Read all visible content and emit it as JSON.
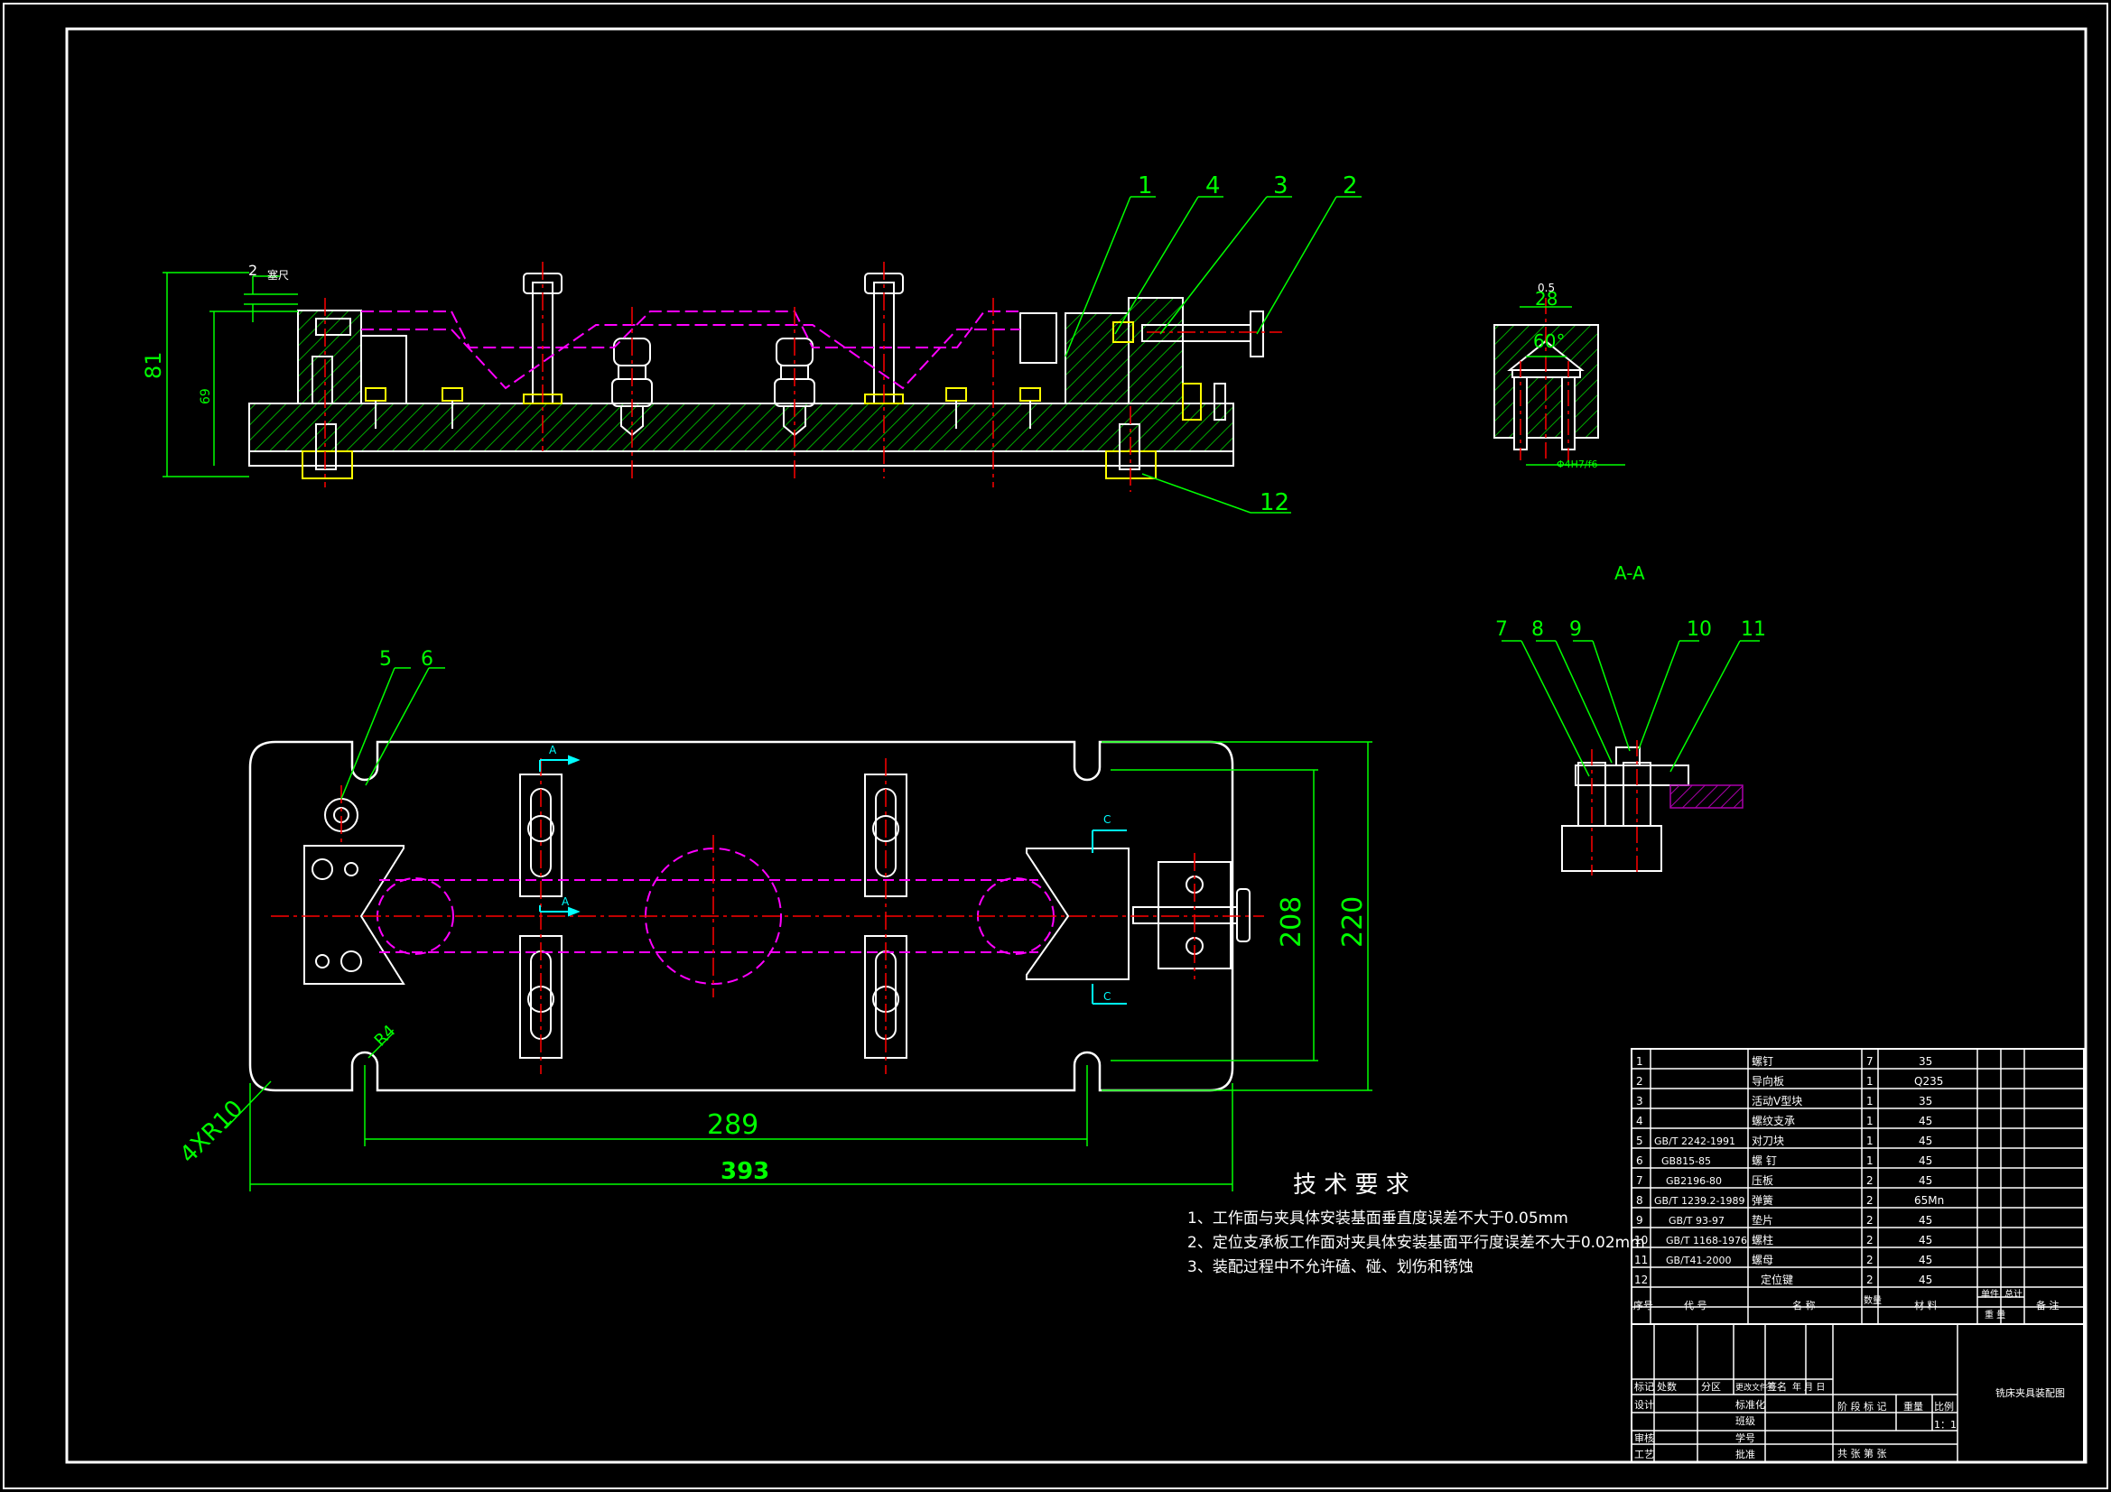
{
  "colors": {
    "background": "#000000",
    "outline": "#ffffff",
    "dimension": "#00ff00",
    "centerline": "#ff0000",
    "hidden_line": "#ff00ff",
    "hatch": "#00aa00",
    "leader": "#00ff00",
    "section_arrow": "#00ffff",
    "table_text": "#ffff00"
  },
  "front_view": {
    "dim_height_total": "81",
    "dim_height_inner": "69",
    "dim_small": "2",
    "dim_small_label": "塞尺"
  },
  "plan_view": {
    "dim_length_outer": "393",
    "dim_length_slots": "289",
    "dim_width_outer": "220",
    "dim_width_slots": "208",
    "corner_radius_label": "4XR10",
    "slot_radius_label": "R4",
    "section_marks": [
      "A",
      "A",
      "C",
      "C"
    ]
  },
  "detail_view": {
    "dim_width": "28",
    "dim_angle": "60°",
    "dim_offset": "0.5",
    "fit_label": "Φ4H7/f6"
  },
  "section_view": {
    "title": "A-A"
  },
  "balloons": {
    "b1": "1",
    "b2": "2",
    "b3": "3",
    "b4": "4",
    "b5": "5",
    "b6": "6",
    "b7": "7",
    "b8": "8",
    "b9": "9",
    "b10": "10",
    "b11": "11",
    "b12": "12"
  },
  "tech_requirements": {
    "title": "技 术 要 求",
    "items": [
      "1、工作面与夹具体安装基面垂直度误差不大于0.05mm",
      "2、定位支承板工作面对夹具体安装基面平行度误差不大于0.02mm",
      "3、装配过程中不允许磕、碰、划伤和锈蚀"
    ]
  },
  "parts_list": {
    "rows": [
      {
        "no": "1",
        "code": "",
        "name": "螺钉",
        "qty": "7",
        "material": "35"
      },
      {
        "no": "2",
        "code": "",
        "name": "导向板",
        "qty": "1",
        "material": "Q235"
      },
      {
        "no": "3",
        "code": "",
        "name": "活动V型块",
        "qty": "1",
        "material": "35"
      },
      {
        "no": "4",
        "code": "",
        "name": "螺纹支承",
        "qty": "1",
        "material": "45"
      },
      {
        "no": "5",
        "code": "GB/T 2242-1991",
        "name": "对刀块",
        "qty": "1",
        "material": "45"
      },
      {
        "no": "6",
        "code": "GB815-85",
        "name": "螺  钉",
        "qty": "1",
        "material": "45"
      },
      {
        "no": "7",
        "code": "GB2196-80",
        "name": "压板",
        "qty": "2",
        "material": "45"
      },
      {
        "no": "8",
        "code": "GB/T 1239.2-1989",
        "name": "弹簧",
        "qty": "2",
        "material": "65Mn"
      },
      {
        "no": "9",
        "code": "GB/T 93-97",
        "name": "垫片",
        "qty": "2",
        "material": "45"
      },
      {
        "no": "10",
        "code": "GB/T 1168-1976",
        "name": "螺柱",
        "qty": "2",
        "material": "45"
      },
      {
        "no": "11",
        "code": "GB/T41-2000",
        "name": "螺母",
        "qty": "2",
        "material": "45"
      },
      {
        "no": "12",
        "code": "",
        "name": "定位键",
        "qty": "2",
        "material": "45"
      }
    ],
    "header": {
      "no": "序号",
      "code": "代  号",
      "name": "名  称",
      "qty": "数量",
      "material": "材  料",
      "unit_weight": "单件",
      "total_weight": "总计",
      "weight": "重  量",
      "remark": "备  注"
    }
  },
  "title_block": {
    "drawing_name": "铣床夹具装配图",
    "scale": "1：1",
    "stage_mark": "阶 段 标 记",
    "weight": "重量",
    "scale_label": "比例",
    "sheet": "共    张  第    张",
    "rows": {
      "mark": "标记",
      "count": "处数",
      "zone": "分区",
      "change_no": "更改文件号",
      "sign": "签名",
      "date": "年 月 日",
      "design": "设计",
      "standard": "标准化",
      "review": "审核",
      "class": "班级",
      "process": "工艺",
      "student_no": "学号",
      "approve": "批准"
    }
  }
}
